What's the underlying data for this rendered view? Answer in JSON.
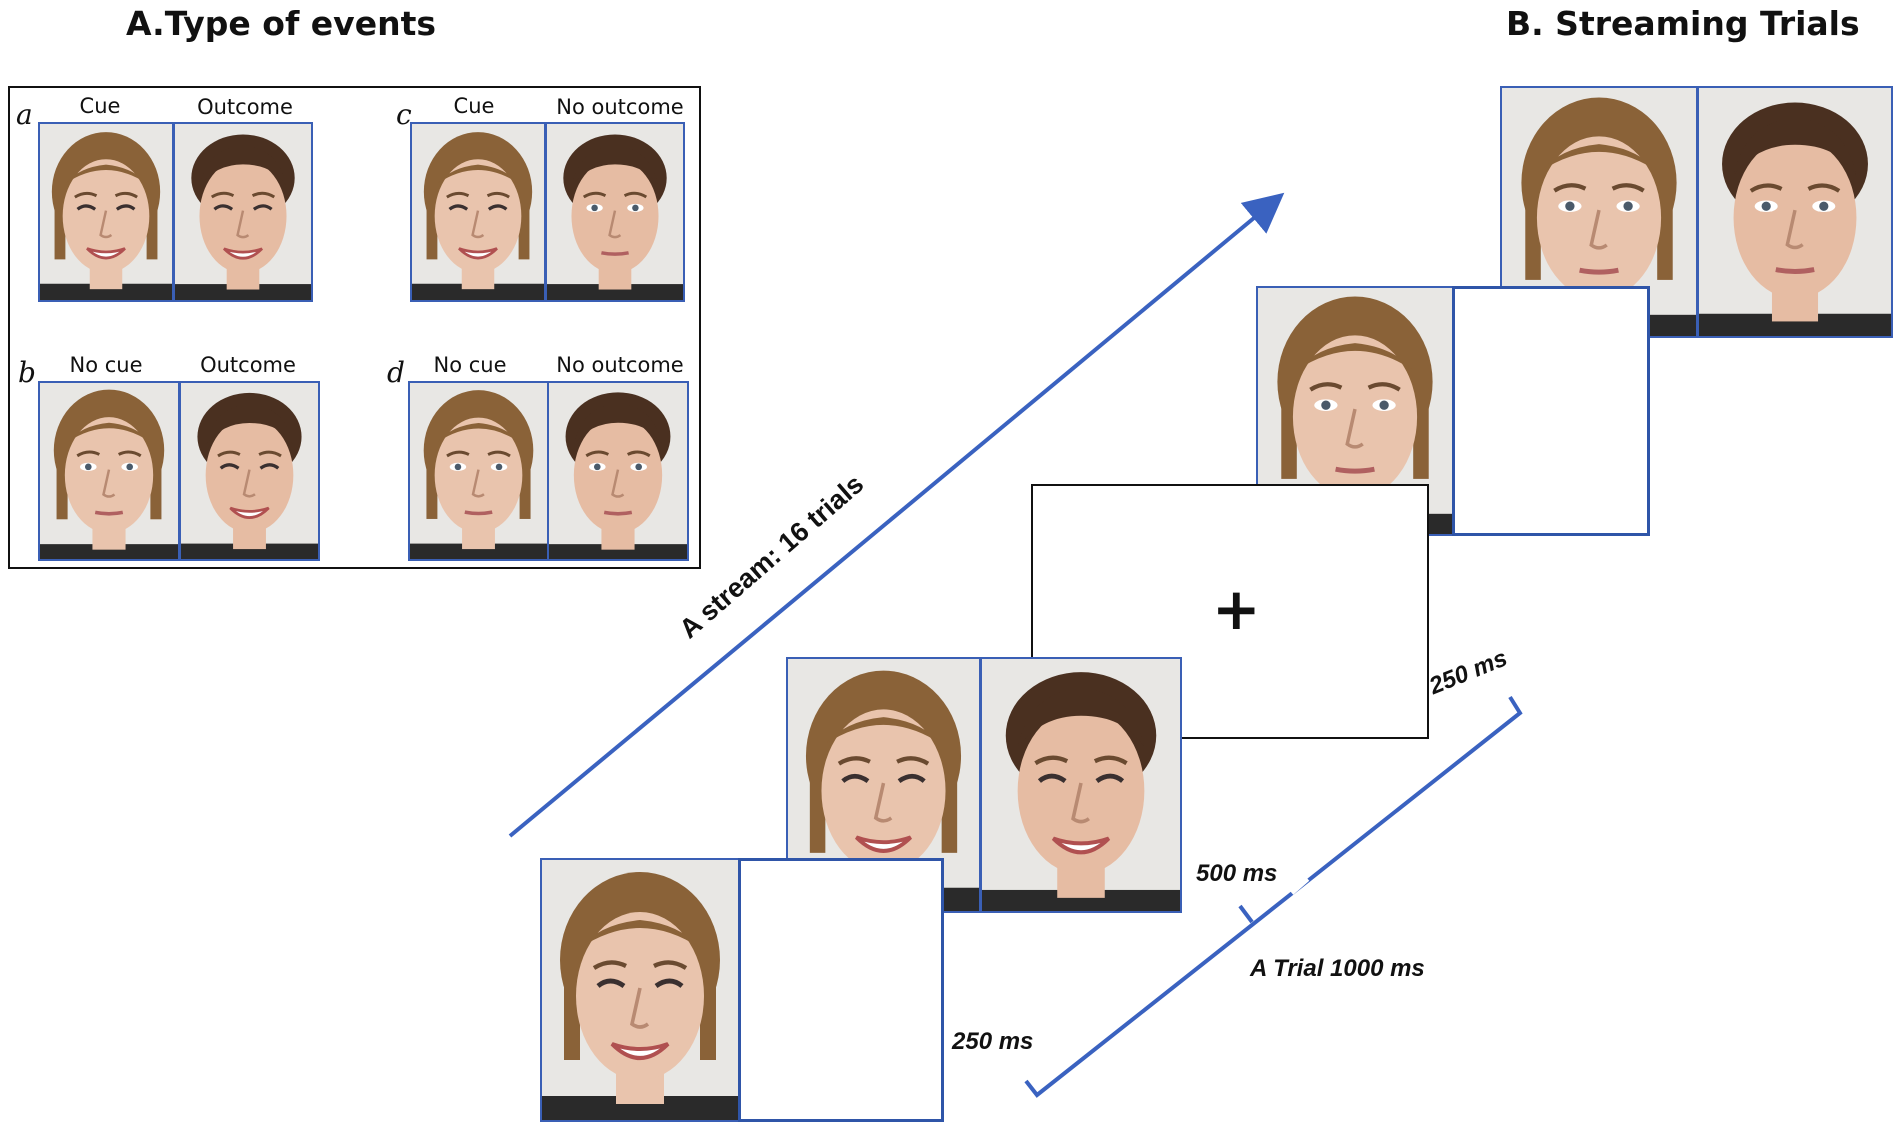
{
  "panel_a": {
    "title": "A.Type of events",
    "events": [
      {
        "letter": "a",
        "left_label": "Cue",
        "right_label": "Outcome"
      },
      {
        "letter": "b",
        "left_label": "No cue",
        "right_label": "Outcome"
      },
      {
        "letter": "c",
        "left_label": "Cue",
        "right_label": "No outcome"
      },
      {
        "letter": "d",
        "left_label": "No cue",
        "right_label": "No outcome"
      }
    ]
  },
  "panel_b": {
    "title": "B. Streaming Trials",
    "stream_label": "A stream: 16 trials",
    "fixation_symbol": "+",
    "timings": {
      "cue": "250 ms",
      "outcome": "500 ms",
      "fixation": "250 ms",
      "trial": "A Trial 1000 ms"
    }
  },
  "colors": {
    "accent_blue": "#3a62c0",
    "frame_blue": "#2f55a8",
    "text": "#111111"
  }
}
